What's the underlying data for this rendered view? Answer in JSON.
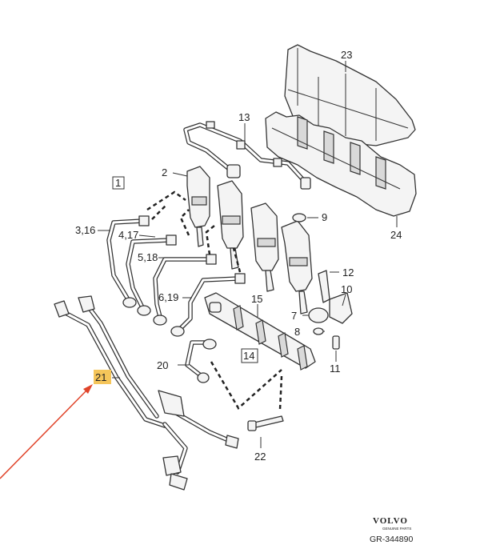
{
  "labels": {
    "l23": "23",
    "l13": "13",
    "l2": "2",
    "l1": "1",
    "l9": "9",
    "l24": "24",
    "l316": "3,16",
    "l417": "4,17",
    "l518": "5,18",
    "l12": "12",
    "l10": "10",
    "l619": "6,19",
    "l15": "15",
    "l7": "7",
    "l8": "8",
    "l14": "14",
    "l20": "20",
    "l11": "11",
    "l21": "21",
    "l22": "22"
  },
  "brand": {
    "name": "VOLVO",
    "subtitle": "GENUINE PARTS",
    "ref": "GR-344890"
  },
  "colors": {
    "highlight": "#f5c55a",
    "arrow": "#e0442a",
    "line": "#333333"
  }
}
